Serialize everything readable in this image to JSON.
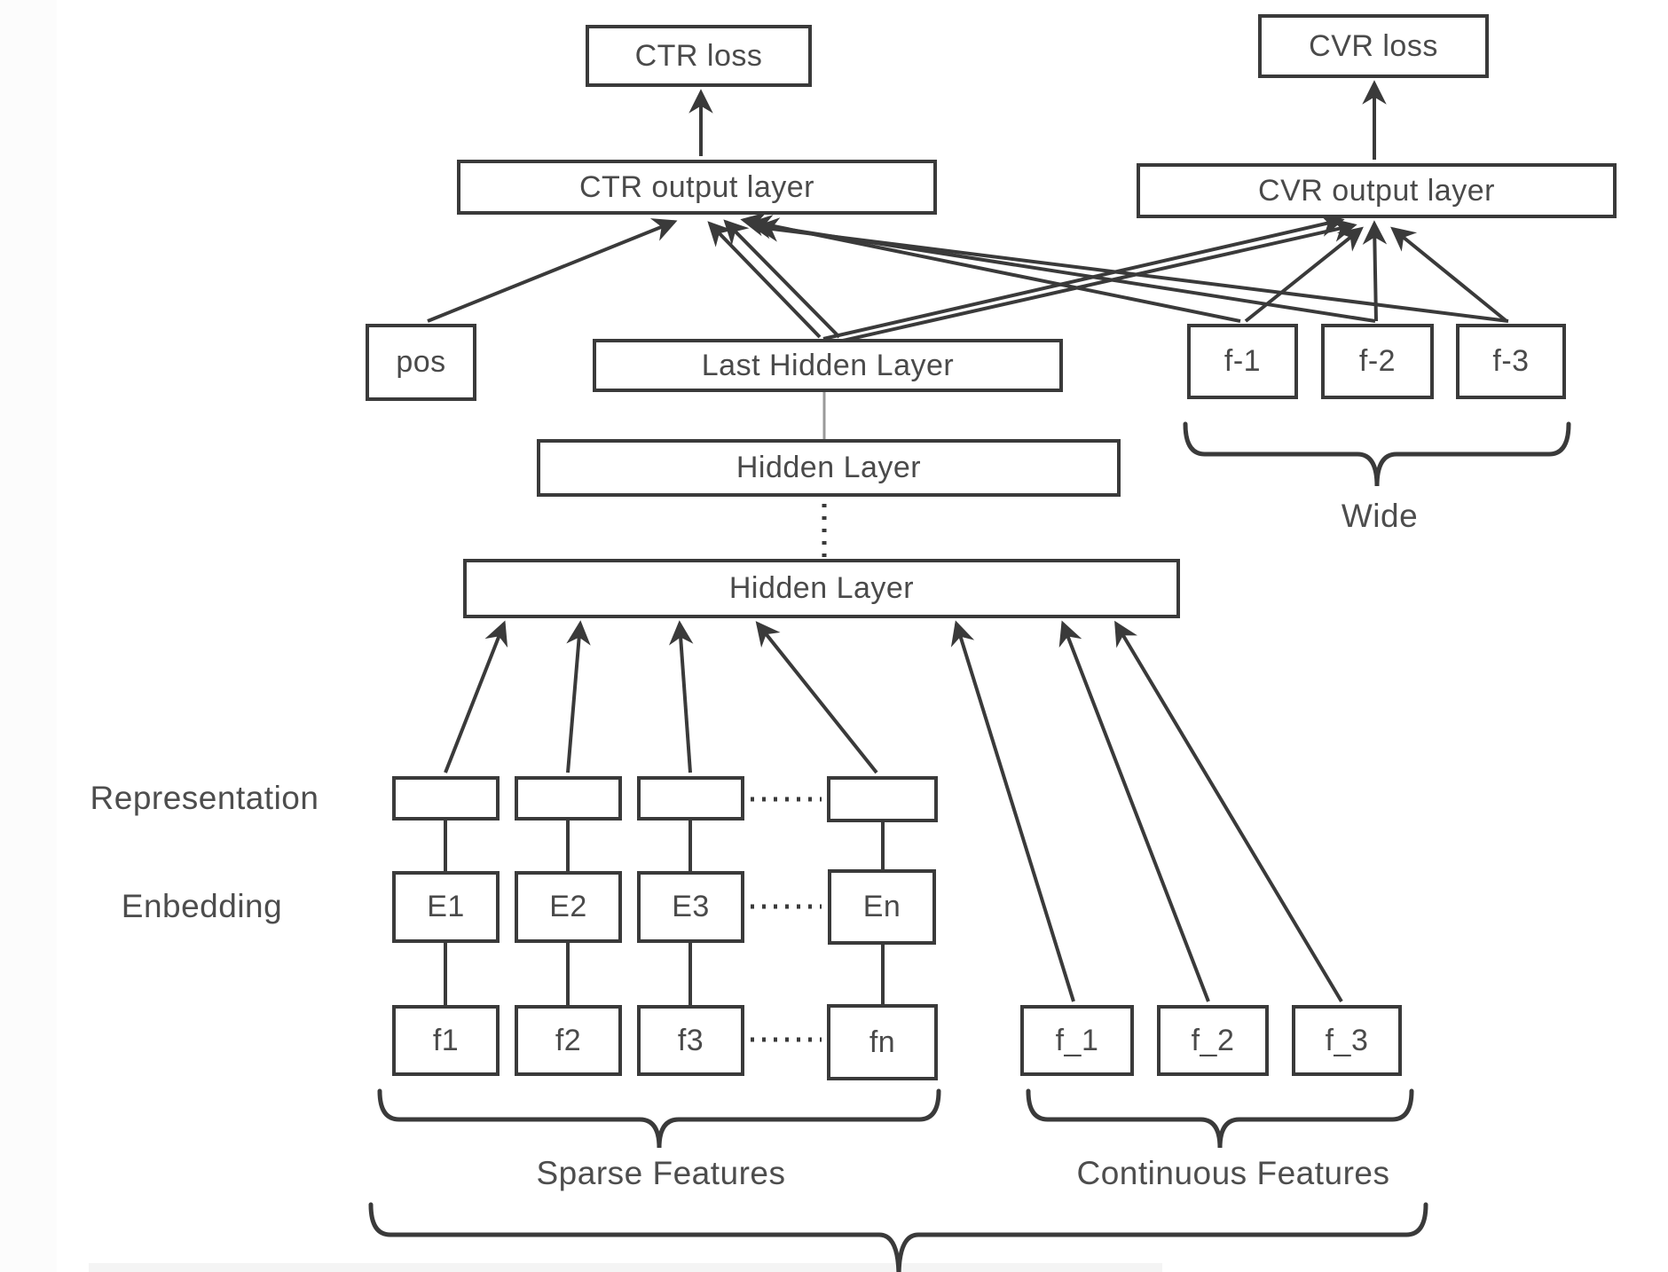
{
  "diagram": {
    "losses": {
      "ctr": "CTR loss",
      "cvr": "CVR loss"
    },
    "outputs": {
      "ctr": "CTR output layer",
      "cvr": "CVR output layer"
    },
    "middle": {
      "pos": "pos",
      "last_hidden": "Last Hidden Layer"
    },
    "wide": {
      "f1": "f-1",
      "f2": "f-2",
      "f3": "f-3",
      "label": "Wide"
    },
    "hidden": {
      "upper": "Hidden Layer",
      "lower": "Hidden Layer"
    },
    "row_labels": {
      "representation": "Representation",
      "embedding": "Enbedding"
    },
    "embeddings": {
      "e1": "E1",
      "e2": "E2",
      "e3": "E3",
      "en": "En"
    },
    "sparse": {
      "f1": "f1",
      "f2": "f2",
      "f3": "f3",
      "fn": "fn",
      "label": "Sparse Features"
    },
    "continuous": {
      "f1": "f_1",
      "f2": "f_2",
      "f3": "f_3",
      "label": "Continuous Features"
    },
    "colors": {
      "line": "#3a3a3a",
      "text": "#4a4a4a",
      "light_connector": "#9a9a9a"
    }
  }
}
